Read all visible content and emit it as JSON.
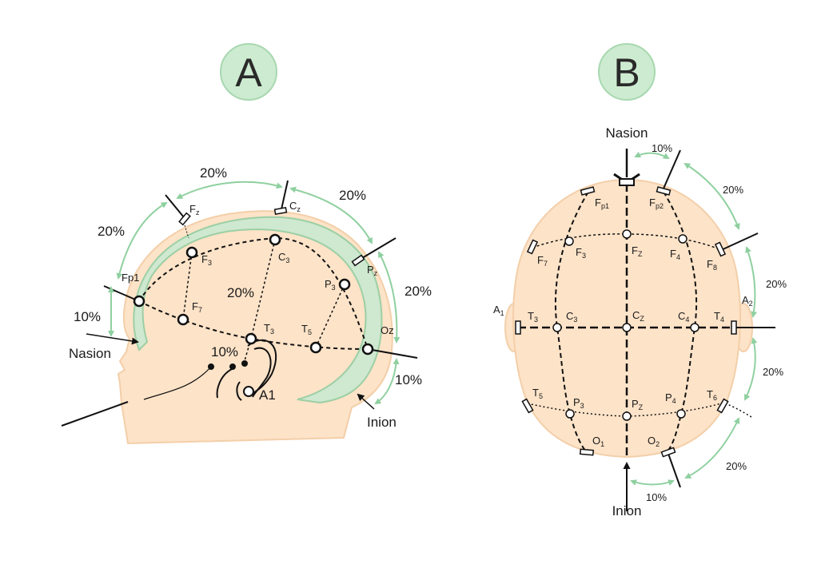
{
  "colors": {
    "skin": "#fde3c8",
    "cortex": "#cfe8d0",
    "cortex_stroke": "#9ccfa4",
    "arrow": "#8fd0a0",
    "line": "#111111",
    "badge_fill": "#cdebd0"
  },
  "panel_a": {
    "badge": "A",
    "labels": {
      "nasion": "Nasion",
      "inion": "Inion",
      "a1": "A1",
      "fp1": "Fp1",
      "fz": "F",
      "fz_sub": "z",
      "cz": "C",
      "cz_sub": "z",
      "pz": "P",
      "pz_sub": "z",
      "oz": "Oz",
      "f3": "F",
      "f3_sub": "3",
      "c3": "C",
      "c3_sub": "3",
      "p3": "P",
      "p3_sub": "3",
      "f7": "F",
      "f7_sub": "7",
      "t3": "T",
      "t3_sub": "3",
      "t5": "T",
      "t5_sub": "5"
    },
    "percents": {
      "top": "20%",
      "fp_fz": "20%",
      "cz_pz": "20%",
      "pz_oz": "20%",
      "nasion_fp": "10%",
      "oz_inion": "10%",
      "inner": "20%",
      "ear": "10%"
    }
  },
  "panel_b": {
    "badge": "B",
    "labels": {
      "nasion": "Nasion",
      "inion": "Inion",
      "a1": "A",
      "a1_sub": "1",
      "a2": "A",
      "a2_sub": "2",
      "fp1": "F",
      "fp1_sub": "p1",
      "fp2": "F",
      "fp2_sub": "p2",
      "f7": "F",
      "f7_sub": "7",
      "f3": "F",
      "f3_sub": "3",
      "fz": "F",
      "fz_sub": "Z",
      "f4": "F",
      "f4_sub": "4",
      "f8": "F",
      "f8_sub": "8",
      "t3": "T",
      "t3_sub": "3",
      "c3": "C",
      "c3_sub": "3",
      "cz": "C",
      "cz_sub": "Z",
      "c4": "C",
      "c4_sub": "4",
      "t4": "T",
      "t4_sub": "4",
      "t5": "T",
      "t5_sub": "5",
      "p3": "P",
      "p3_sub": "3",
      "pz": "P",
      "pz_sub": "Z",
      "p4": "P",
      "p4_sub": "4",
      "t6": "T",
      "t6_sub": "6",
      "o1": "O",
      "o1_sub": "1",
      "o2": "O",
      "o2_sub": "2"
    },
    "percents": {
      "nasion_fp2": "10%",
      "fp2_f8": "20%",
      "f8_t4": "20%",
      "t4_t6": "20%",
      "t6_o2": "20%",
      "o2_inion": "10%"
    }
  }
}
